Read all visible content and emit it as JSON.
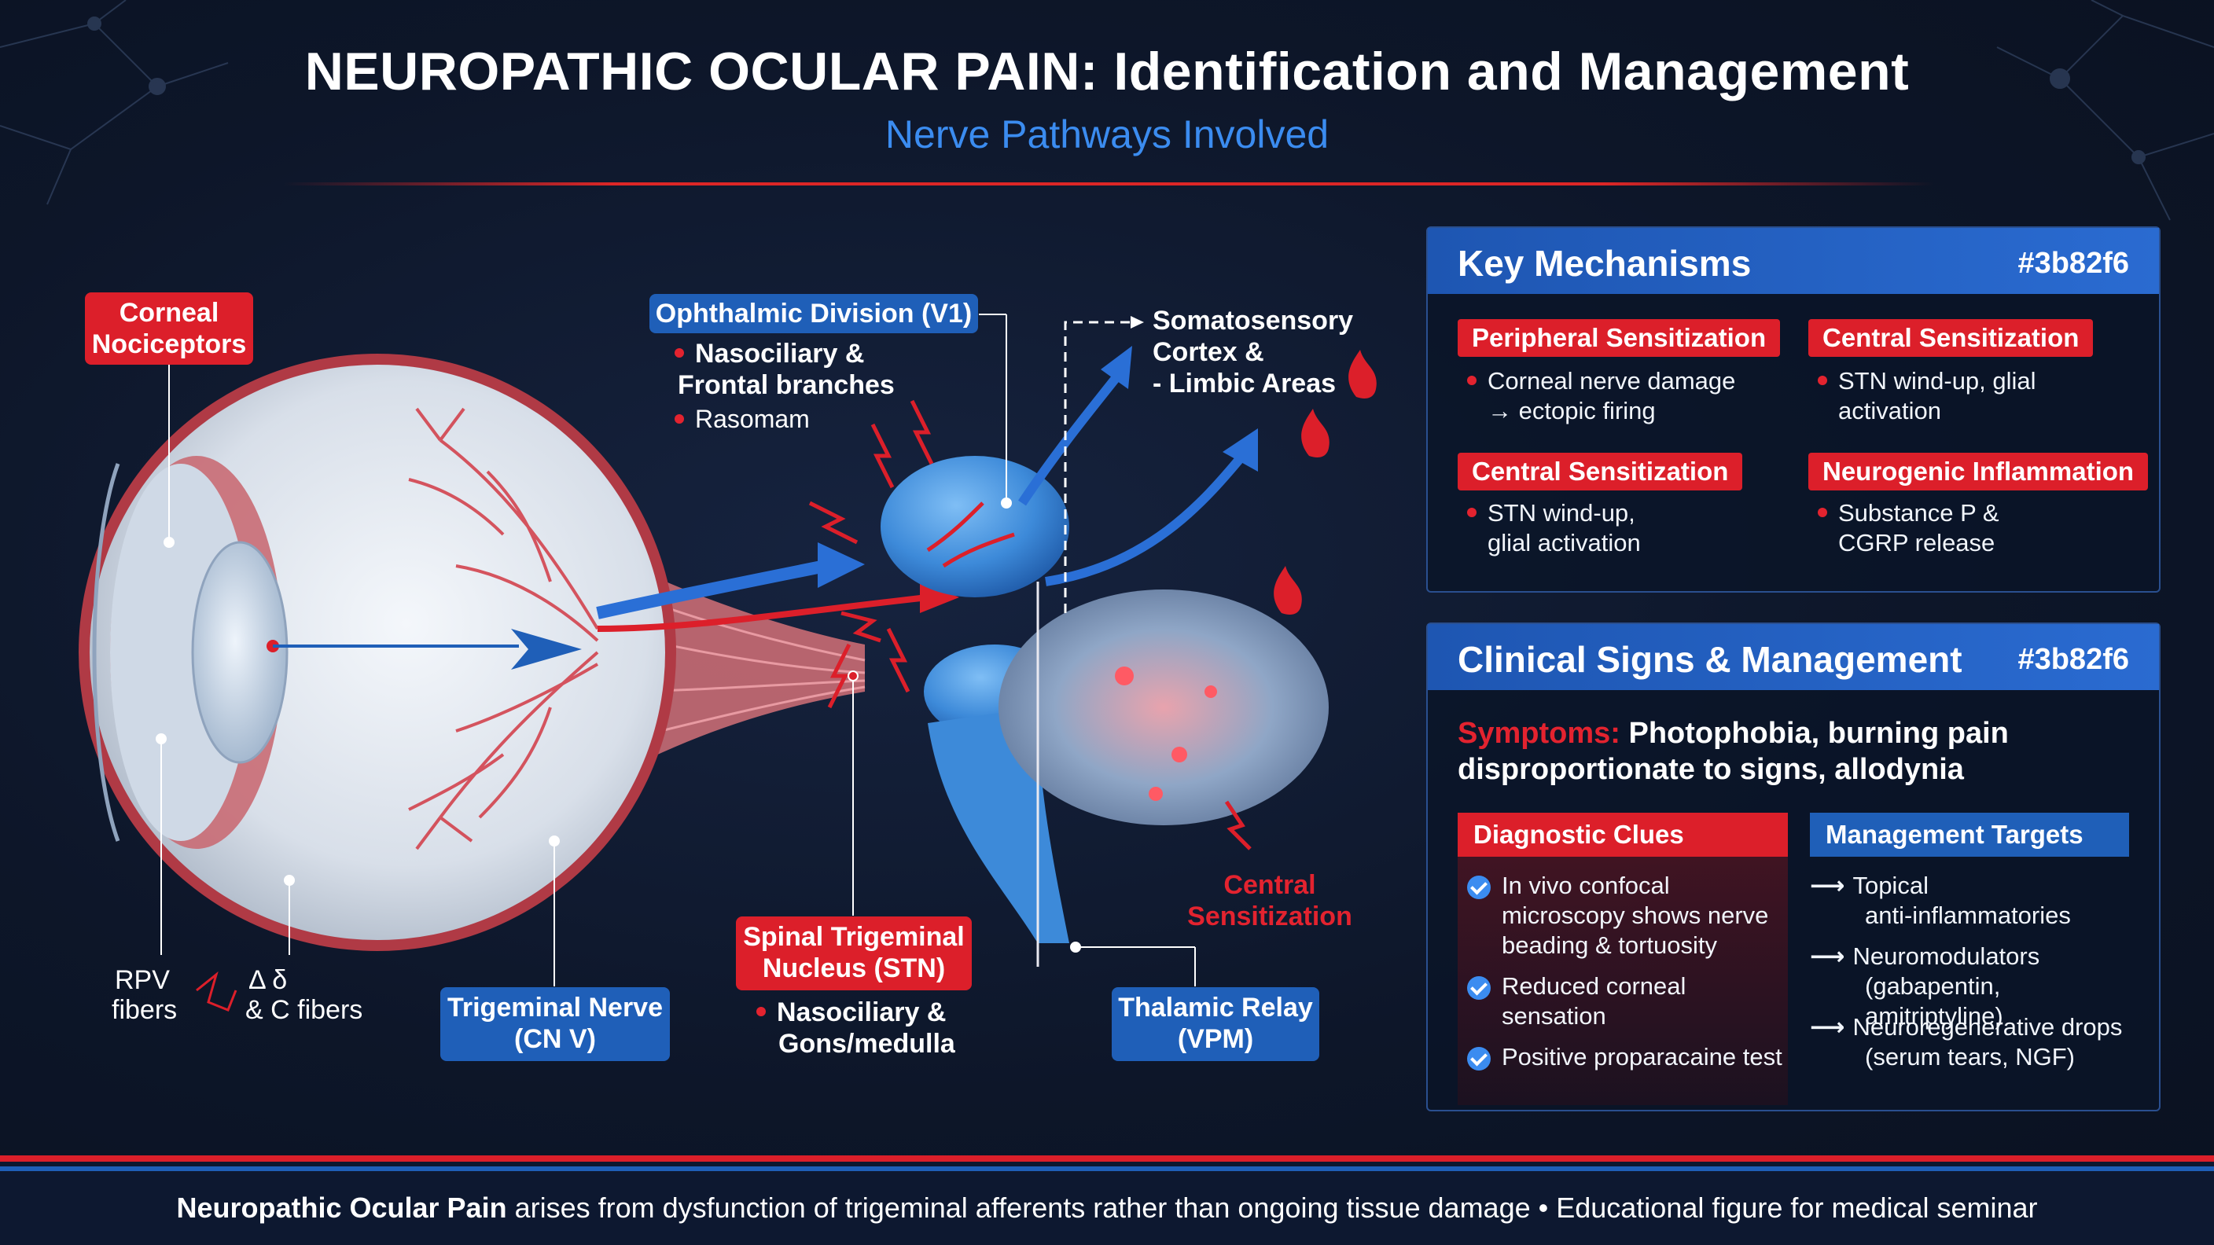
{
  "header": {
    "title": "NEUROPATHIC OCULAR PAIN: Identification and Management",
    "subtitle": "Nerve Pathways Involved"
  },
  "diagram": {
    "corneal_nociceptors": [
      "Corneal",
      "Nociceptors"
    ],
    "ophthalmic_division": {
      "label": "Ophthalmic Division (V1)",
      "items": [
        "Nasociliary &",
        "Frontal branches",
        "Rasomam"
      ]
    },
    "cortex": [
      "Somatosensory",
      "Cortex &",
      "- Limbic Areas"
    ],
    "rpv_fibers": [
      "RPV",
      "fibers"
    ],
    "ad_c_fibers": [
      "Δ δ",
      "& C fibers"
    ],
    "trigeminal_nerve": [
      "Trigeminal Nerve",
      "(CN V)"
    ],
    "stn": {
      "label": [
        "Spinal Trigeminal",
        "Nucleus (STN)"
      ],
      "items": [
        "Nasociliary &",
        "Gons/medulla"
      ]
    },
    "thalamic_relay": [
      "Thalamic Relay",
      "(VPM)"
    ],
    "central_sensitization": [
      "Central",
      "Sensitization"
    ]
  },
  "key_mechanisms": {
    "title": "Key Mechanisms",
    "code": "#3b82f6",
    "items": [
      {
        "tag": "Peripheral Sensitization",
        "text": [
          "Corneal nerve damage",
          "→ ectopic firing"
        ]
      },
      {
        "tag": "Central Sensitization",
        "text": [
          "STN wind-up, glial",
          "activation"
        ]
      },
      {
        "tag": "Central Sensitization",
        "text": [
          "STN wind-up,",
          "glial activation"
        ]
      },
      {
        "tag": "Neurogenic Inflammation",
        "text": [
          "Substance P &",
          "CGRP release"
        ]
      }
    ]
  },
  "clinical": {
    "title": "Clinical Signs & Management",
    "code": "#3b82f6",
    "symptoms_label": "Symptoms:",
    "symptoms_text": [
      "Photophobia, burning pain",
      "disproportionate to signs, allodynia"
    ],
    "diagnostic": {
      "title": "Diagnostic Clues",
      "items": [
        [
          "In vivo confocal",
          "microscopy shows nerve",
          "beading & tortuosity"
        ],
        [
          "Reduced corneal",
          "sensation"
        ],
        [
          "Positive proparacaine test"
        ]
      ]
    },
    "management": {
      "title": "Management Targets",
      "items": [
        [
          "Topical",
          "anti-inflammatories"
        ],
        [
          "Neuromodulators",
          "(gabapentin, amitriptyline)"
        ],
        [
          "Neuroregenerative drops",
          "(serum tears, NGF)"
        ]
      ]
    }
  },
  "footer": {
    "bold": "Neuropathic Ocular Pain",
    "text": " arises from dysfunction of trigeminal afferents rather than ongoing tissue damage • Educational figure for medical seminar"
  },
  "colors": {
    "accent_red": "#dc1f2a",
    "accent_blue": "#1f5fb8",
    "background": "#0d1629"
  }
}
